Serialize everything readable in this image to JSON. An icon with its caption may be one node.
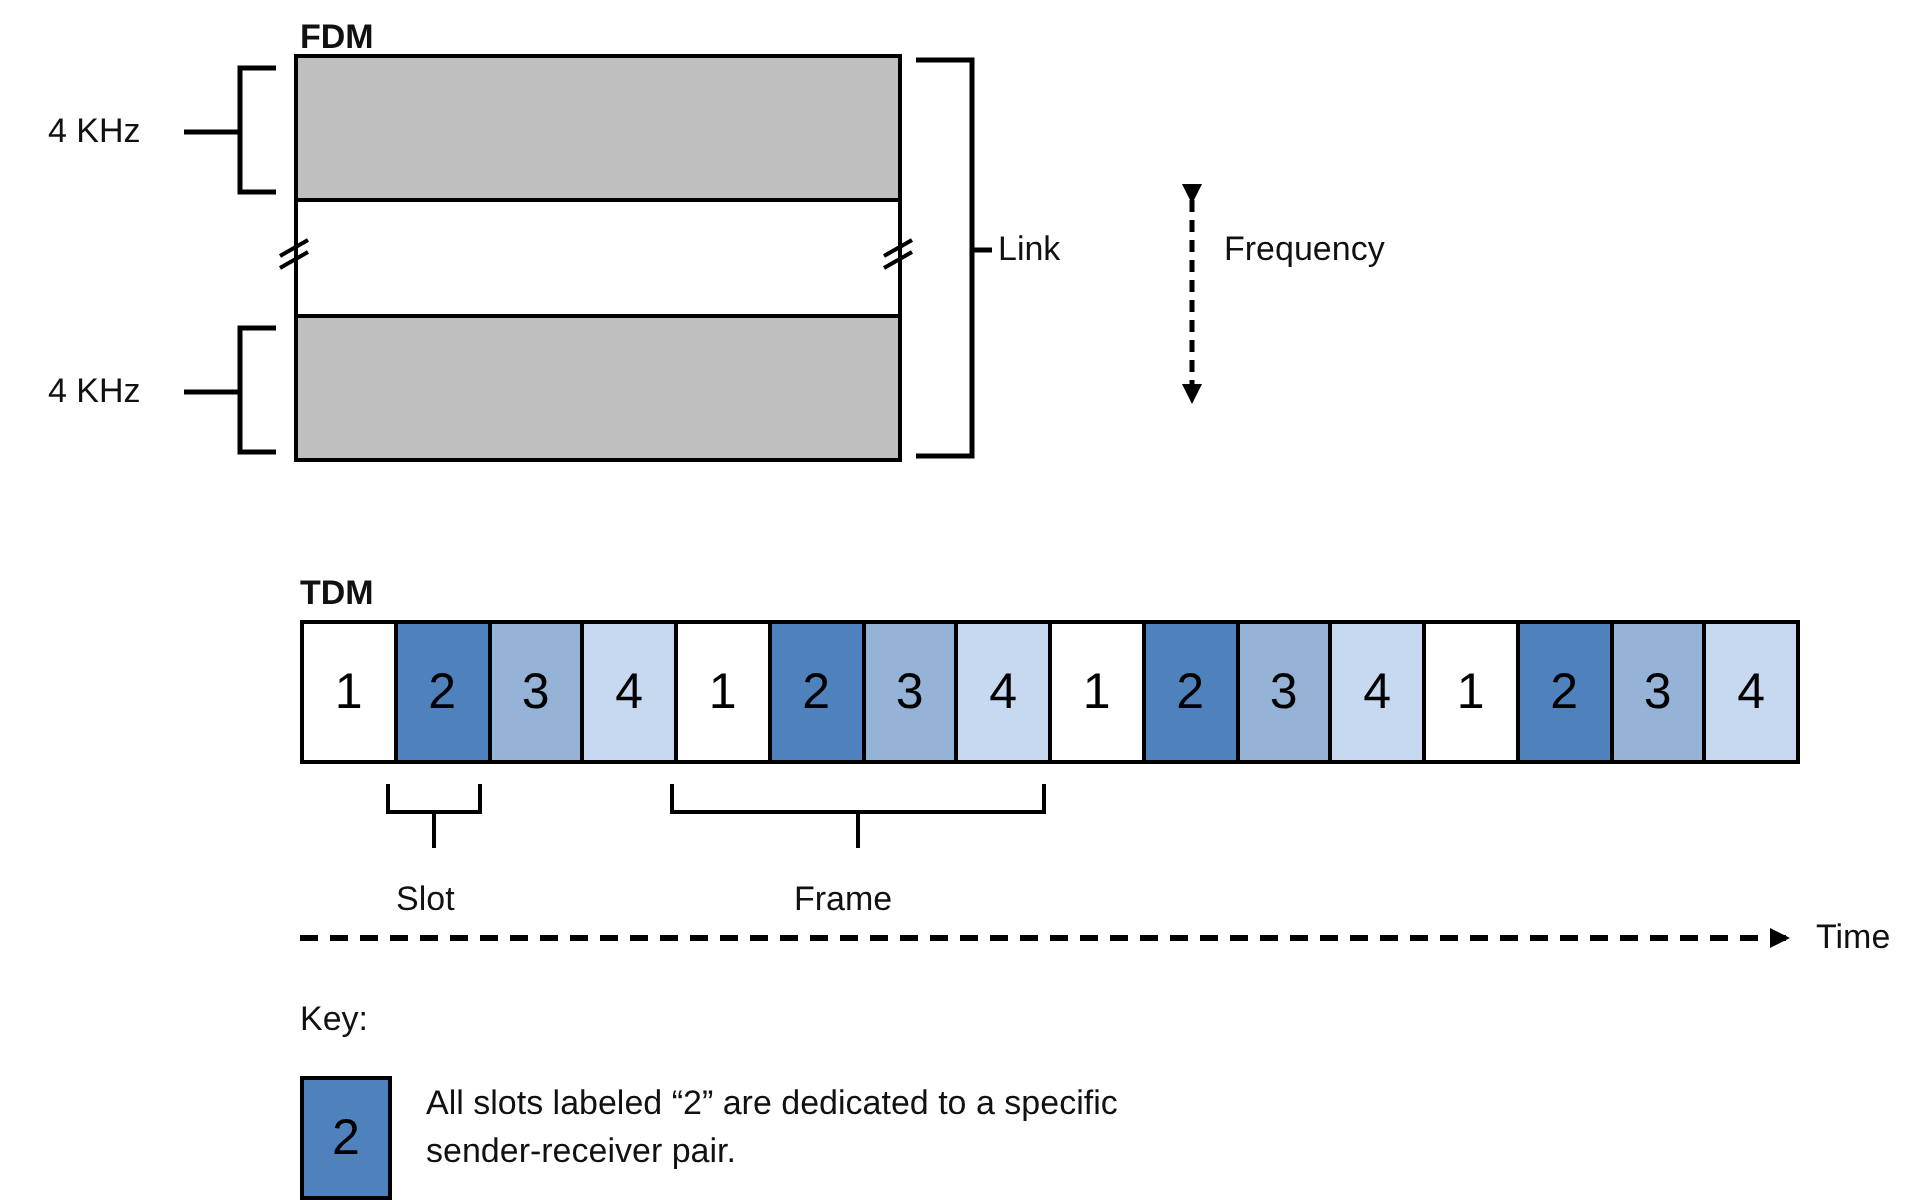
{
  "diagram": {
    "nodes": [
      {
        "text": [
          "1"
        ]
      },
      {
        "text": [
          "2"
        ]
      },
      {
        "text": [
          "3"
        ]
      },
      {
        "text": [
          "4"
        ]
      },
      {
        "text": [
          "1"
        ]
      },
      {
        "text": [
          "2"
        ]
      },
      {
        "text": [
          "3"
        ]
      },
      {
        "text": [
          "4"
        ]
      },
      {
        "text": [
          "1"
        ]
      },
      {
        "text": [
          "2"
        ]
      },
      {
        "text": [
          "3"
        ]
      },
      {
        "text": [
          "4"
        ]
      },
      {
        "text": [
          "1"
        ]
      },
      {
        "text": [
          "2"
        ]
      },
      {
        "text": [
          "3"
        ]
      },
      {
        "text": [
          "4"
        ]
      },
      {
        "text": [
          "2"
        ],
        "beside": [
          "All slots labeled “2” are dedicated to a specific sender-receiver pair."
        ]
      }
    ],
    "labels": [
      "FDM",
      "4 KHz",
      "4 KHz",
      "Link",
      "Frequency",
      "TDM",
      "Slot",
      "Frame",
      "Time",
      "Key:"
    ]
  }
}
